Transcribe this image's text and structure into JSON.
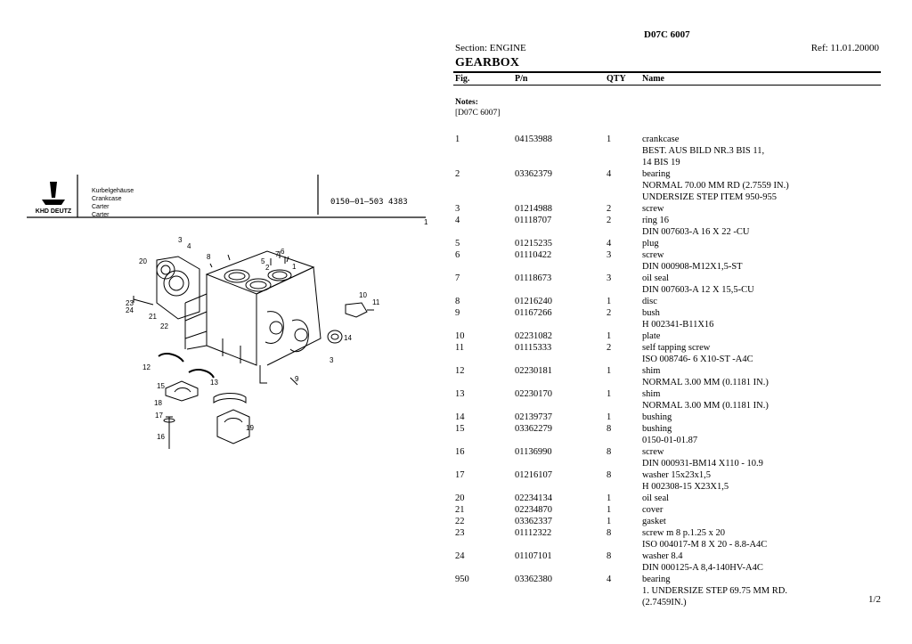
{
  "figure": {
    "header_labels": [
      "Kurbelgehäuse",
      "Crankcase",
      "Carter",
      "Carter"
    ],
    "brand_text": "KHD DEUTZ",
    "drawing_number": "0150—01—503 4383",
    "page_mark": "1",
    "callouts": [
      "1",
      "2",
      "3",
      "4",
      "5",
      "6",
      "7",
      "8",
      "9",
      "10",
      "11",
      "12",
      "13",
      "14",
      "15",
      "16",
      "17",
      "18",
      "19",
      "20",
      "21",
      "22",
      "23",
      "24"
    ]
  },
  "doc": {
    "title": "D07C 6007",
    "section": "Section: ENGINE",
    "ref": "Ref: 11.01.20000",
    "group": "GEARBOX",
    "columns": {
      "fig": "Fig.",
      "pn": "P/n",
      "qty": "QTY",
      "name": "Name"
    },
    "notes_title": "Notes:",
    "notes_body": "[D07C 6007]",
    "page": "1/2"
  },
  "parts": [
    {
      "fig": "1",
      "pn": "04153988",
      "qty": "1",
      "lines": [
        "crankcase",
        "BEST. AUS BILD NR.3 BIS 11,",
        "14 BIS 19"
      ]
    },
    {
      "fig": "2",
      "pn": "03362379",
      "qty": "4",
      "lines": [
        "bearing",
        "NORMAL 70.00 MM RD (2.7559 IN.)",
        "UNDERSIZE STEP ITEM 950-955"
      ]
    },
    {
      "fig": "3",
      "pn": "01214988",
      "qty": "2",
      "lines": [
        "screw"
      ]
    },
    {
      "fig": "4",
      "pn": "01118707",
      "qty": "2",
      "lines": [
        "ring 16",
        "DIN 007603-A 16 X 22 -CU"
      ]
    },
    {
      "fig": "5",
      "pn": "01215235",
      "qty": "4",
      "lines": [
        "plug"
      ]
    },
    {
      "fig": "6",
      "pn": "01110422",
      "qty": "3",
      "lines": [
        "screw",
        "DIN 000908-M12X1,5-ST"
      ]
    },
    {
      "fig": "7",
      "pn": "01118673",
      "qty": "3",
      "lines": [
        "oil seal",
        "DIN 007603-A 12 X 15,5-CU"
      ]
    },
    {
      "fig": "8",
      "pn": "01216240",
      "qty": "1",
      "lines": [
        "disc"
      ]
    },
    {
      "fig": "9",
      "pn": "01167266",
      "qty": "2",
      "lines": [
        "bush",
        "H 002341-B11X16"
      ]
    },
    {
      "fig": "10",
      "pn": "02231082",
      "qty": "1",
      "lines": [
        "plate"
      ]
    },
    {
      "fig": "11",
      "pn": "01115333",
      "qty": "2",
      "lines": [
        "self tapping screw",
        "ISO 008746- 6 X10-ST -A4C"
      ]
    },
    {
      "fig": "12",
      "pn": "02230181",
      "qty": "1",
      "lines": [
        "shim",
        "NORMAL 3.00 MM (0.1181 IN.)"
      ]
    },
    {
      "fig": "13",
      "pn": "02230170",
      "qty": "1",
      "lines": [
        "shim",
        "NORMAL 3.00 MM (0.1181 IN.)"
      ]
    },
    {
      "fig": "14",
      "pn": "02139737",
      "qty": "1",
      "lines": [
        "bushing"
      ]
    },
    {
      "fig": "15",
      "pn": "03362279",
      "qty": "8",
      "lines": [
        "bushing",
        "0150-01-01.87"
      ]
    },
    {
      "fig": "16",
      "pn": "01136990",
      "qty": "8",
      "lines": [
        "screw",
        "DIN 000931-BM14 X110 - 10.9"
      ]
    },
    {
      "fig": "17",
      "pn": "01216107",
      "qty": "8",
      "lines": [
        "washer 15x23x1,5",
        "H 002308-15 X23X1,5"
      ]
    },
    {
      "fig": "20",
      "pn": "02234134",
      "qty": "1",
      "lines": [
        "oil seal"
      ]
    },
    {
      "fig": "21",
      "pn": "02234870",
      "qty": "1",
      "lines": [
        "cover"
      ]
    },
    {
      "fig": "22",
      "pn": "03362337",
      "qty": "1",
      "lines": [
        "gasket"
      ]
    },
    {
      "fig": "23",
      "pn": "01112322",
      "qty": "8",
      "lines": [
        "screw m 8 p.1.25 x 20",
        "ISO 004017-M 8 X 20 - 8.8-A4C"
      ]
    },
    {
      "fig": "24",
      "pn": "01107101",
      "qty": "8",
      "lines": [
        "washer 8.4",
        "DIN 000125-A 8,4-140HV-A4C"
      ]
    },
    {
      "fig": "950",
      "pn": "03362380",
      "qty": "4",
      "lines": [
        "bearing",
        "1. UNDERSIZE STEP 69.75 MM RD.",
        "(2.7459IN.)"
      ]
    }
  ]
}
